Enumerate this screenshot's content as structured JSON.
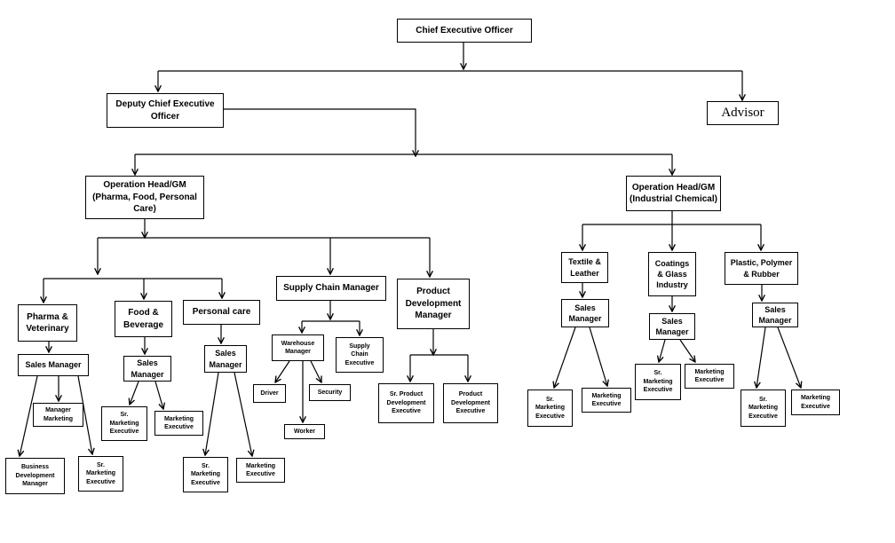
{
  "nodes": {
    "ceo": "Chief Executive Officer",
    "deputy": "Deputy Chief Executive\nOfficer",
    "advisor": "Advisor",
    "op_pfp": "Operation Head/GM\n(Pharma, Food, Personal\nCare)",
    "op_ind": "Operation Head/GM\n(Industrial Chemical)",
    "pharma": "Pharma &\nVeterinary",
    "food": "Food &\nBeverage",
    "personal": "Personal care",
    "scm": "Supply Chain Manager",
    "pdm": "Product\nDevelopment\nManager",
    "textile": "Textile &\nLeather",
    "coatings": "Coatings\n& Glass\nIndustry",
    "plastic": "Plastic, Polymer\n& Rubber",
    "ph_sm": "Sales Manager",
    "ph_mm": "Manager\nMarketing",
    "ph_bdm": "Business\nDevelopment\nManager",
    "ph_srme": "Sr.\nMarketing\nExecutive",
    "fb_sm": "Sales\nManager",
    "fb_srme": "Sr.\nMarketing\nExecutive",
    "fb_me": "Marketing\nExecutive",
    "pc_sm": "Sales\nManager",
    "pc_srme": "Sr.\nMarketing\nExecutive",
    "pc_me": "Marketing\nExecutive",
    "wm": "Warehouse\nManager",
    "sce": "Supply\nChain\nExecutive",
    "driver": "Driver",
    "security": "Security",
    "worker": "Worker",
    "srpde": "Sr. Product\nDevelopment\nExecutive",
    "pde": "Product\nDevelopment\nExecutive",
    "tx_sm": "Sales\nManager",
    "tx_srme": "Sr.\nMarketing\nExecutive",
    "tx_me": "Marketing\nExecutive",
    "co_sm": "Sales\nManager",
    "co_srme": "Sr.\nMarketing\nExecutive",
    "co_me": "Marketing\nExecutive",
    "pl_sm": "Sales\nManager",
    "pl_srme": "Sr.\nMarketing\nExecutive",
    "pl_me": "Marketing\nExecutive"
  }
}
